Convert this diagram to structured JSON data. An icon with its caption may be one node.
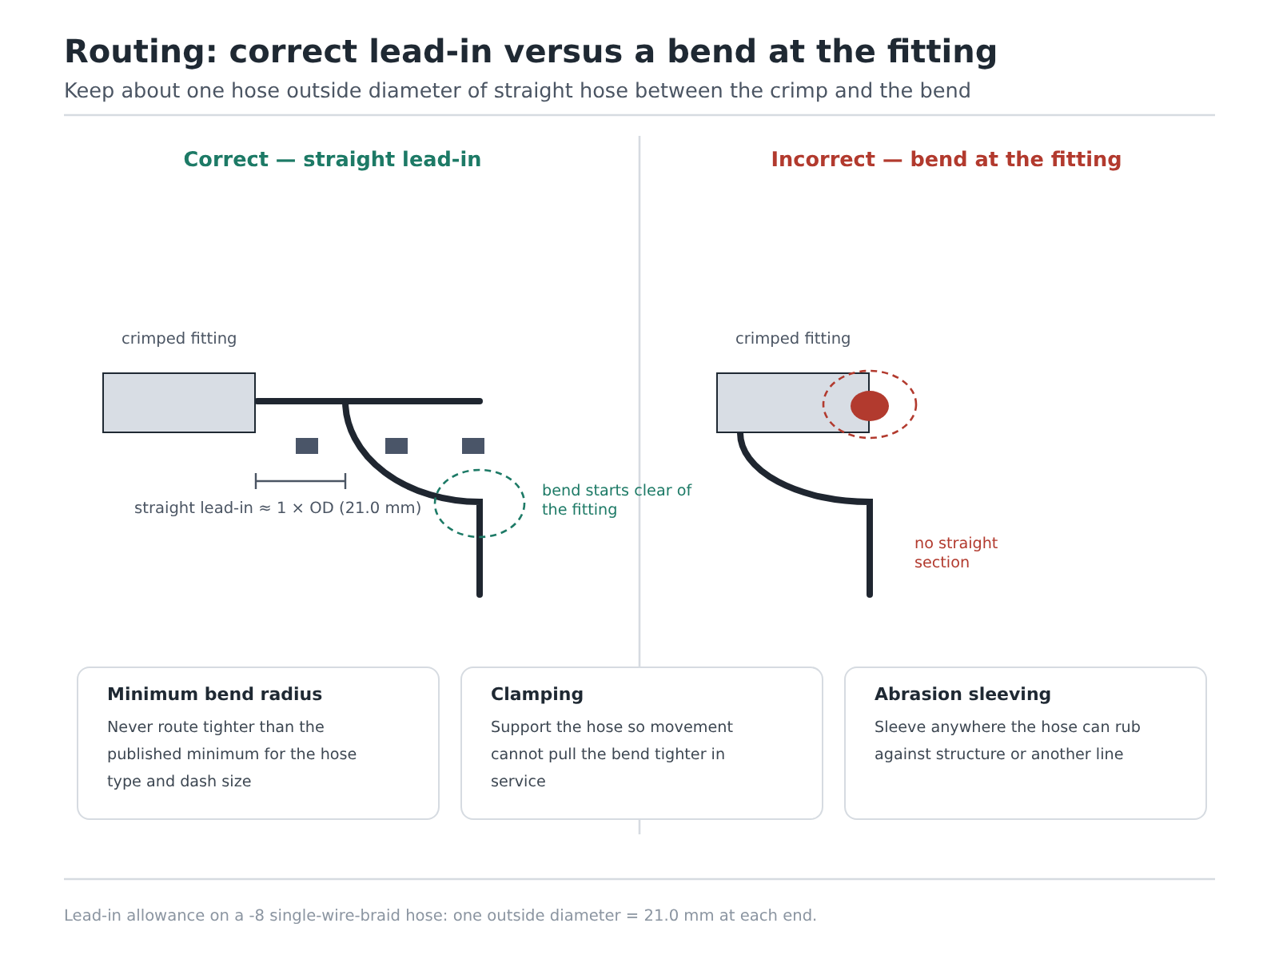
{
  "diagram": {
    "title": "Routing: correct lead-in versus a bend at the fitting",
    "caption": "Lead-in allowance on a -8 single-wire-braid hose: one outside diameter = 21.0 mm at each end.",
    "nodes": [
      {
        "text": [
          "crimped fitting"
        ]
      },
      {
        "text": [
          "crimped fitting"
        ]
      },
      {
        "text": [
          "Minimum bend radius",
          "Never route tighter than the published minimum for the hose type and dash size"
        ]
      },
      {
        "text": [
          "Clamping",
          "Support the hose so movement cannot pull the bend tighter in service"
        ]
      },
      {
        "text": [
          "Abrasion sleeving",
          "Sleeve anywhere the hose can rub against structure or another line"
        ]
      }
    ],
    "labels": [
      "Keep about one hose outside diameter of straight hose between the crimp and the bend",
      "Correct — straight lead-in",
      "Incorrect — bend at the fitting",
      "straight lead-in ≈ 1 × OD (21.0 mm)",
      "bend starts clear of the fitting",
      "no straight section"
    ]
  }
}
